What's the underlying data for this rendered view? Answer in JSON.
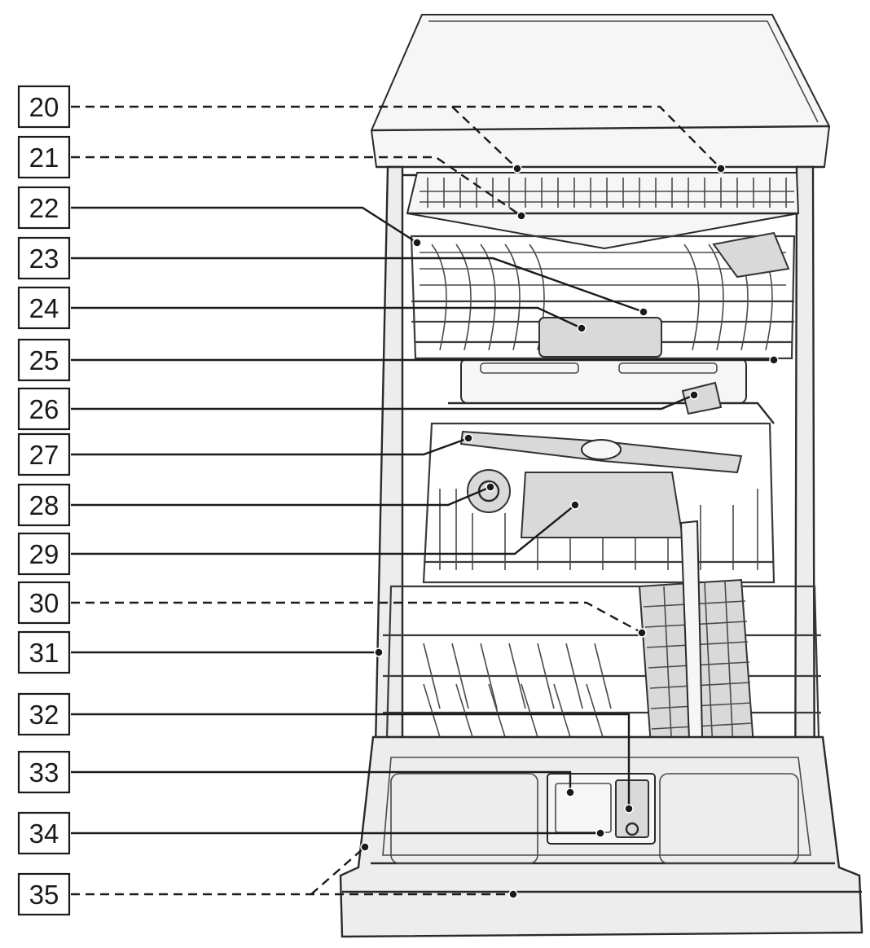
{
  "labels": [
    {
      "id": "20",
      "text": "20",
      "style": "dashed"
    },
    {
      "id": "21",
      "text": "21",
      "style": "dashed"
    },
    {
      "id": "22",
      "text": "22",
      "style": "solid"
    },
    {
      "id": "23",
      "text": "23",
      "style": "solid"
    },
    {
      "id": "24",
      "text": "24",
      "style": "solid"
    },
    {
      "id": "25",
      "text": "25",
      "style": "solid"
    },
    {
      "id": "26",
      "text": "26",
      "style": "solid"
    },
    {
      "id": "27",
      "text": "27",
      "style": "solid"
    },
    {
      "id": "28",
      "text": "28",
      "style": "solid"
    },
    {
      "id": "29",
      "text": "29",
      "style": "solid"
    },
    {
      "id": "30",
      "text": "30",
      "style": "dashed"
    },
    {
      "id": "31",
      "text": "31",
      "style": "solid"
    },
    {
      "id": "32",
      "text": "32",
      "style": "solid"
    },
    {
      "id": "33",
      "text": "33",
      "style": "solid"
    },
    {
      "id": "34",
      "text": "34",
      "style": "solid"
    },
    {
      "id": "35",
      "text": "35",
      "style": "dashed"
    }
  ],
  "colors": {
    "line": "#1a1a1a",
    "appliance_fill": "#ededed",
    "background": "#ffffff"
  }
}
